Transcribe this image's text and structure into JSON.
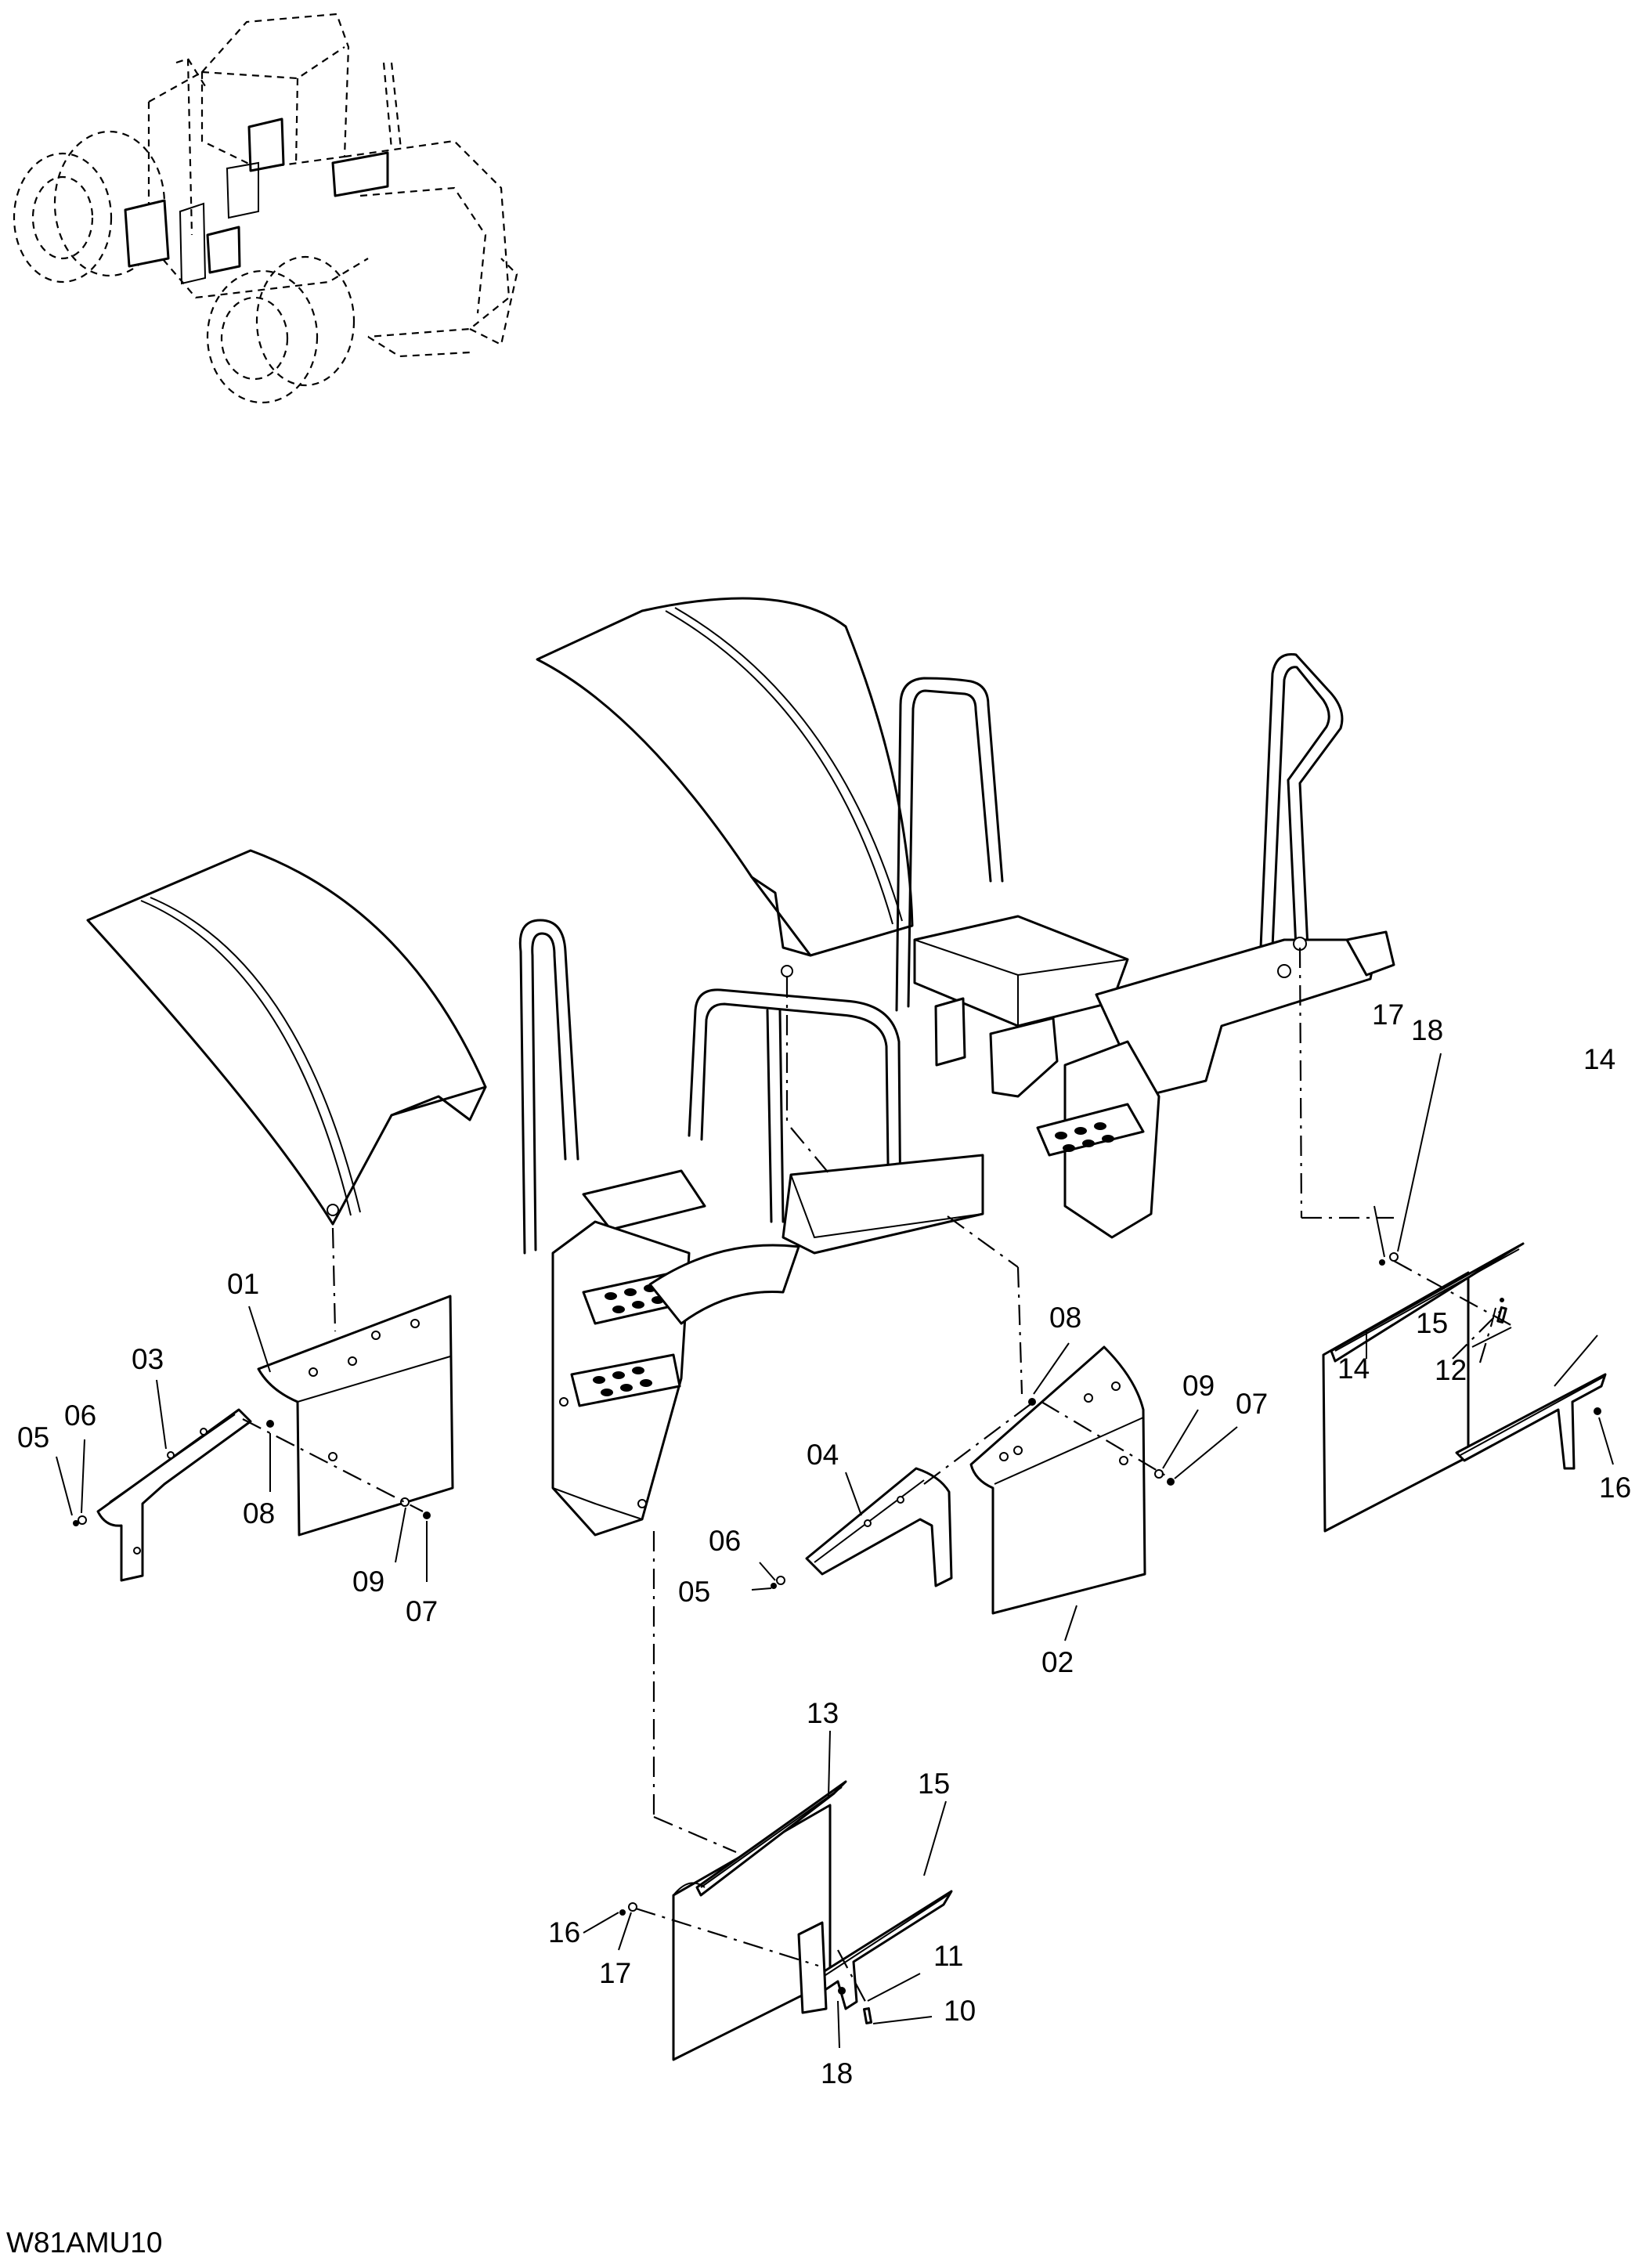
{
  "diagram": {
    "code": "W81AMU10",
    "callouts": [
      {
        "id": "c01",
        "text": "01"
      },
      {
        "id": "c02",
        "text": "02"
      },
      {
        "id": "c03",
        "text": "03"
      },
      {
        "id": "c04",
        "text": "04"
      },
      {
        "id": "c05a",
        "text": "05"
      },
      {
        "id": "c05b",
        "text": "05"
      },
      {
        "id": "c06a",
        "text": "06"
      },
      {
        "id": "c06b",
        "text": "06"
      },
      {
        "id": "c07a",
        "text": "07"
      },
      {
        "id": "c07b",
        "text": "07"
      },
      {
        "id": "c08a",
        "text": "08"
      },
      {
        "id": "c08b",
        "text": "08"
      },
      {
        "id": "c09a",
        "text": "09"
      },
      {
        "id": "c09b",
        "text": "09"
      },
      {
        "id": "c10",
        "text": "10"
      },
      {
        "id": "c11",
        "text": "11"
      },
      {
        "id": "c12",
        "text": "12"
      },
      {
        "id": "c13",
        "text": "13"
      },
      {
        "id": "c14a",
        "text": "14"
      },
      {
        "id": "c14b",
        "text": "14"
      },
      {
        "id": "c15a",
        "text": "15"
      },
      {
        "id": "c15b",
        "text": "15"
      },
      {
        "id": "c16a",
        "text": "16"
      },
      {
        "id": "c16b",
        "text": "16"
      },
      {
        "id": "c17a",
        "text": "17"
      },
      {
        "id": "c17b",
        "text": "17"
      },
      {
        "id": "c18a",
        "text": "18"
      },
      {
        "id": "c18b",
        "text": "18"
      }
    ]
  }
}
